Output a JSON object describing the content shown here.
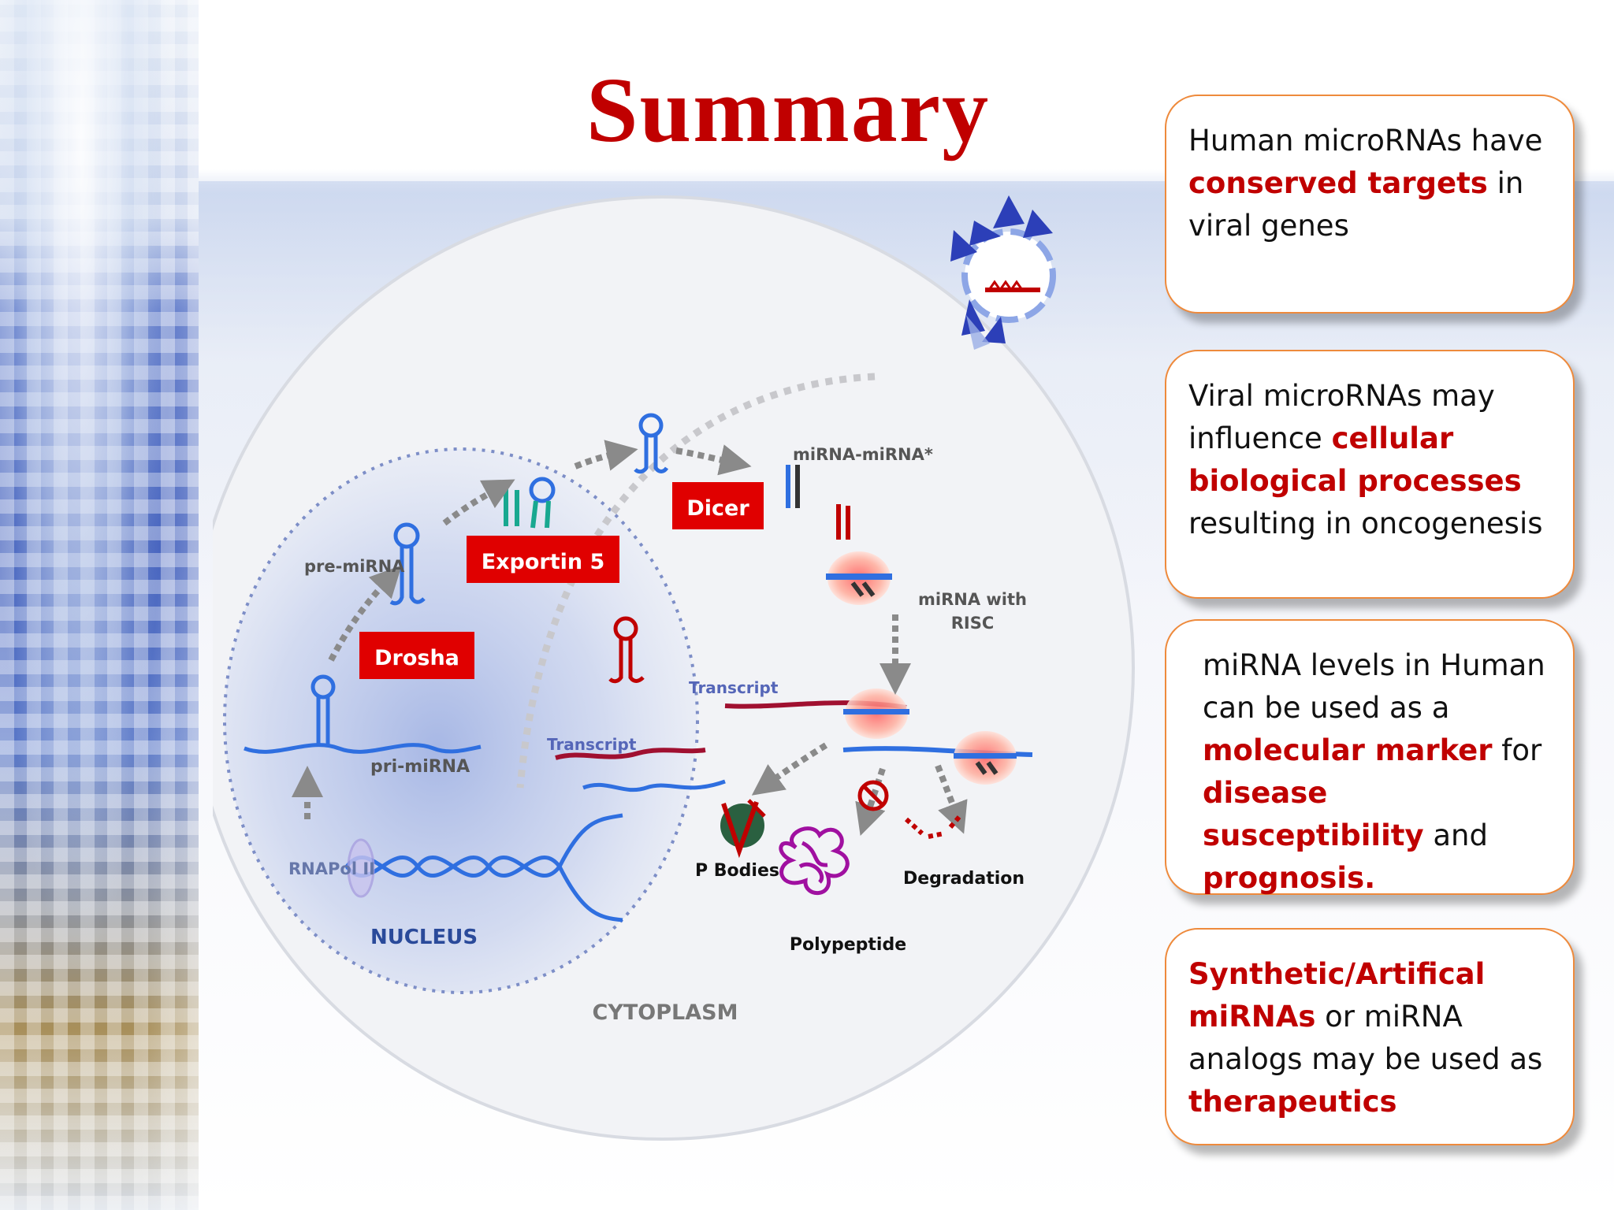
{
  "slide": {
    "title": "Summary"
  },
  "diagram": {
    "labels": {
      "pre_mirna": "pre-miRNA",
      "drosha": "Drosha",
      "exportin": "Exportin 5",
      "dicer": "Dicer",
      "mirna_star": "miRNA-miRNA*",
      "mirna_risc_1": "miRNA with",
      "mirna_risc_2": "RISC",
      "transcript_1": "Transcript",
      "transcript_2": "Transcript",
      "pri_mirna": "pri-miRNA",
      "rnapol": "RNAPol II",
      "nucleus": "NUCLEUS",
      "p_bodies": "P Bodies",
      "degradation": "Degradation",
      "polypeptide": "Polypeptide",
      "cytoplasm": "CYTOPLASM"
    },
    "colors": {
      "enzyme_box": "#e00000",
      "rna_blue": "#2f6fe0",
      "rna_red": "#c00000",
      "transcript_red": "#a01030",
      "polypeptide": "#a010a0",
      "nucleus_label": "#2a4a9a",
      "arrow_gray": "#8a8a8a"
    }
  },
  "boxes": [
    {
      "segments": [
        {
          "text": "Human microRNAs have ",
          "hl": false
        },
        {
          "text": "conserved targets",
          "hl": true
        },
        {
          "text": " in viral genes",
          "hl": false
        }
      ]
    },
    {
      "segments": [
        {
          "text": "Viral microRNAs may influence ",
          "hl": false
        },
        {
          "text": "cellular biological processes",
          "hl": true
        },
        {
          "text": " resulting in oncogenesis",
          "hl": false
        }
      ]
    },
    {
      "segments": [
        {
          "text": "miRNA levels in Human can be used as a ",
          "hl": false
        },
        {
          "text": "molecular marker",
          "hl": true
        },
        {
          "text": " for ",
          "hl": false
        },
        {
          "text": "disease susceptibility",
          "hl": true
        },
        {
          "text": " and ",
          "hl": false
        },
        {
          "text": "prognosis.",
          "hl": true
        }
      ]
    },
    {
      "segments": [
        {
          "text": "Synthetic/Artifical miRNAs",
          "hl": true
        },
        {
          "text": " or miRNA analogs may be used as ",
          "hl": false
        },
        {
          "text": "therapeutics",
          "hl": true
        }
      ]
    }
  ]
}
